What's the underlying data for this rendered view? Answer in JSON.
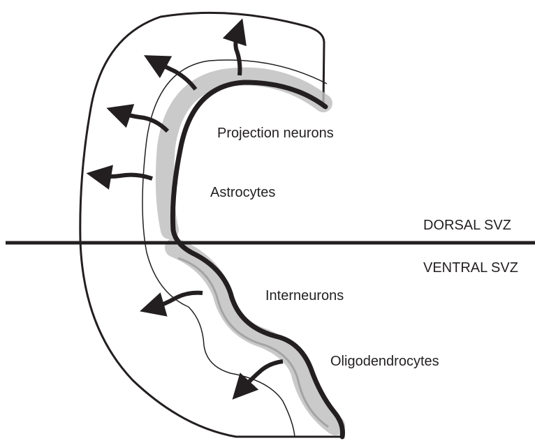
{
  "diagram": {
    "cell_types": {
      "projection_neurons": "Projection neurons",
      "astrocytes": "Astrocytes",
      "interneurons": "Interneurons",
      "oligodendrocytes": "Oligodendrocytes"
    },
    "regions": {
      "dorsal": "DORSAL SVZ",
      "ventral": "VENTRAL SVZ"
    },
    "colors": {
      "outline": "#231f20",
      "svz_shading": "#bdbdbd",
      "arrow": "#231f20",
      "background": "#ffffff"
    }
  }
}
